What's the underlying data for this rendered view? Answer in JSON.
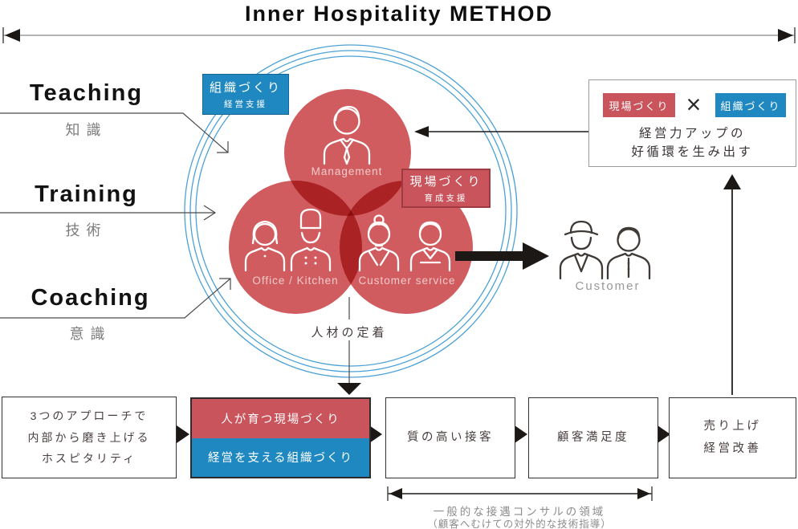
{
  "title": "Inner Hospitality METHOD",
  "colors": {
    "red": "#c9545c",
    "blue": "#1f88c0",
    "circle_red": "#d15c5f",
    "ring_blue": "#4ba1d6",
    "ink": "#1d1a17",
    "line": "#4a4a4a",
    "gray_text": "#888888",
    "dark_text": "#453d3d",
    "border_dark": "#353030",
    "red_border": "#a03a42",
    "gray_line": "#b5b5b5"
  },
  "approaches": {
    "teaching": {
      "en": "Teaching",
      "jp": "知識"
    },
    "training": {
      "en": "Training",
      "jp": "技術"
    },
    "coaching": {
      "en": "Coaching",
      "jp": "意識"
    }
  },
  "venn": {
    "management": "Management",
    "office_kitchen": "Office / Kitchen",
    "customer_service": "Customer service",
    "org_tag": {
      "title": "組織づくり",
      "sub": "経営支援"
    },
    "field_tag": {
      "title": "現場づくり",
      "sub": "育成支援"
    },
    "retention": "人材の定着"
  },
  "customer_label": "Customer",
  "synergy_box": {
    "field_tag": "現場づくり",
    "operator": "×",
    "org_tag": "組織づくり",
    "line1": "経営力アップの",
    "line2": "好循環を生み出す"
  },
  "flow": {
    "box1": {
      "lines": [
        "3つのアプローチで",
        "内部から磨き上げる",
        "ホスピタリティ"
      ]
    },
    "box2": {
      "red": "人が育つ現場づくり",
      "blue": "経営を支える組織づくり"
    },
    "box3": {
      "label": "質の高い接客"
    },
    "box4": {
      "label": "顧客満足度"
    },
    "box5": {
      "lines": [
        "売り上げ",
        "経営改善"
      ]
    }
  },
  "consult_scope": {
    "line1": "一般的な接遇コンサルの領域",
    "line2": "（顧客へむけての対外的な技術指導）"
  }
}
